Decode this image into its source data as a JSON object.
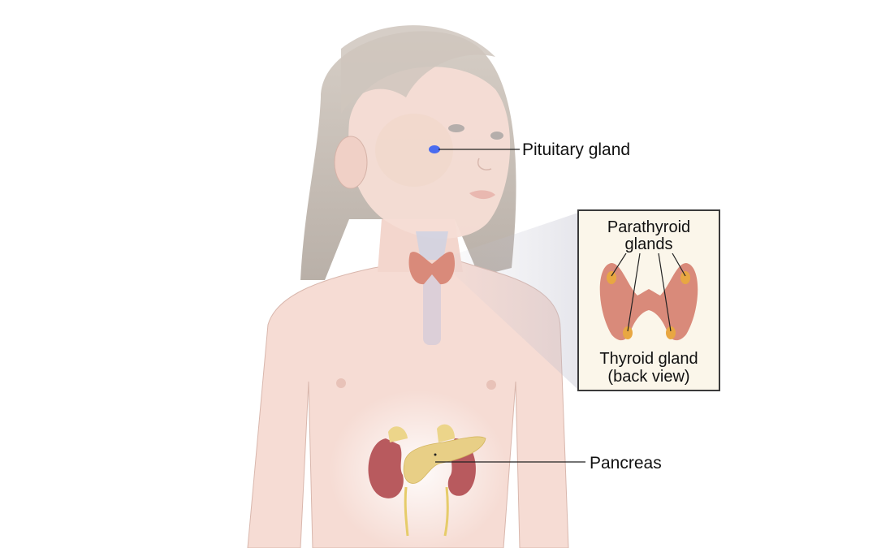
{
  "figure": {
    "subject": "Child endocrine glands illustration",
    "labels": {
      "pituitary": "Pituitary gland",
      "pancreas": "Pancreas"
    },
    "inset": {
      "title_line1": "Parathyroid",
      "title_line2": "glands",
      "caption_line1": "Thyroid gland",
      "caption_line2": "(back view)"
    },
    "colors": {
      "skin": "#f6dcd4",
      "hair": "#c9c0b8",
      "pituitary": "#4a6cf0",
      "thyroid": "#d98a7a",
      "kidney": "#b85a5e",
      "pancreas": "#e8cf86",
      "parathyroid": "#e8a742",
      "inset_bg": "#fbf6ea",
      "leader_line": "#222222"
    }
  }
}
